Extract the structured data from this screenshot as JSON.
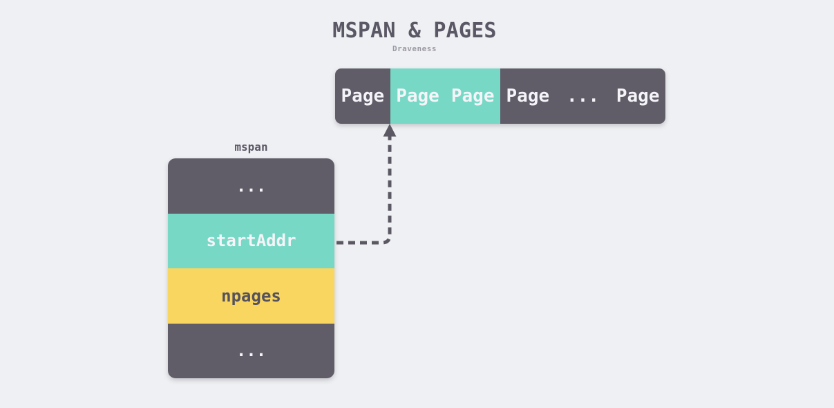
{
  "header": {
    "title": "MSPAN & PAGES",
    "subtitle": "Draveness"
  },
  "pages_bar": {
    "cells": [
      {
        "label": "Page",
        "highlighted": false
      },
      {
        "label": "Page",
        "highlighted": true
      },
      {
        "label": "Page",
        "highlighted": true
      },
      {
        "label": "Page",
        "highlighted": false
      },
      {
        "label": "...",
        "highlighted": false
      },
      {
        "label": "Page",
        "highlighted": false
      }
    ]
  },
  "mspan": {
    "label": "mspan",
    "rows": [
      {
        "label": "...",
        "color": "dark"
      },
      {
        "label": "startAddr",
        "color": "teal"
      },
      {
        "label": "npages",
        "color": "yellow"
      },
      {
        "label": "...",
        "color": "dark"
      }
    ]
  },
  "arrow": {
    "from": "startAddr",
    "to": "highlighted-pages",
    "style": "dashed"
  },
  "colors": {
    "bg": "#eff0f3",
    "dark": "#605d68",
    "teal": "#77d8c6",
    "yellow": "#f9d65f",
    "light-text": "#f5f4f8",
    "ink": "#5b5866",
    "ink-strong": "#55525e",
    "muted": "#9b9aa3",
    "arrow": "#5b5863"
  }
}
